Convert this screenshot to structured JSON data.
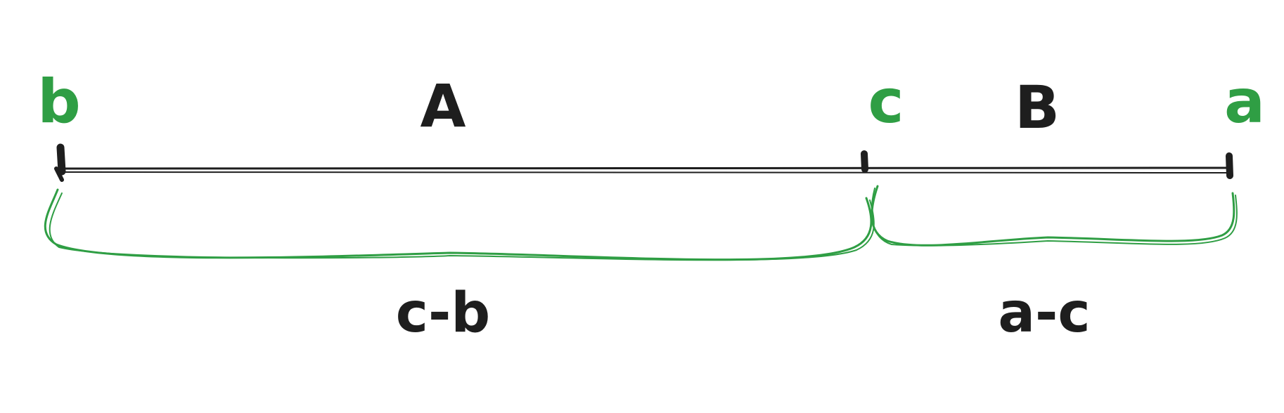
{
  "diagram": {
    "points": [
      {
        "id": "left",
        "label": "b"
      },
      {
        "id": "middle",
        "label": "c"
      },
      {
        "id": "right",
        "label": "a"
      }
    ],
    "segments": [
      {
        "id": "left-segment",
        "label": "A"
      },
      {
        "id": "right-segment",
        "label": "B"
      }
    ],
    "differences": [
      {
        "id": "left-brace",
        "label": "c-b"
      },
      {
        "id": "right-brace",
        "label": "a-c"
      }
    ],
    "colors": {
      "ink": "#1e1e1e",
      "accent": "#2f9e44",
      "background": "#ffffff"
    }
  }
}
